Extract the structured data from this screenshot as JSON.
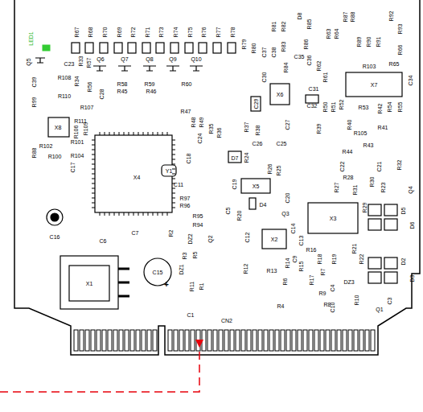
{
  "diagram": {
    "labels": [
      "LED1",
      "R67",
      "R68",
      "R70",
      "R69",
      "R72",
      "R71",
      "R73",
      "R74",
      "R75",
      "R76",
      "R77",
      "R78",
      "Q5",
      "C23",
      "R33",
      "R57",
      "Q6",
      "Q7",
      "Q8",
      "Q9",
      "Q10",
      "C39",
      "R108",
      "R34",
      "R56",
      "R58",
      "R45",
      "R59",
      "R46",
      "R60",
      "R99",
      "R110",
      "R107",
      "C28",
      "R111",
      "X8",
      "R106",
      "R109",
      "R101",
      "R102",
      "R88",
      "R100",
      "R104",
      "C17",
      "X4",
      "C16",
      "C6",
      "C7",
      "Y1",
      "C18",
      "C11",
      "R97",
      "R96",
      "R95",
      "R94",
      "R47",
      "R48",
      "R49",
      "C24",
      "R35",
      "R36",
      "R37",
      "R38",
      "C26",
      "C25",
      "C27",
      "R79",
      "R80",
      "C37",
      "C38",
      "R83",
      "R81",
      "R82",
      "D8",
      "R85",
      "R84",
      "R86",
      "C35",
      "C36",
      "R62",
      "R63",
      "R64",
      "R87",
      "R88",
      "R92",
      "R93",
      "R89",
      "R90",
      "R91",
      "R66",
      "R65",
      "R103",
      "X7",
      "C34",
      "R61",
      "X6",
      "C29",
      "C30",
      "C31",
      "C32",
      "R50",
      "R51",
      "R52",
      "R53",
      "R42",
      "R54",
      "R55",
      "R40",
      "R105",
      "R41",
      "R39",
      "R43",
      "R44",
      "C22",
      "C21",
      "R32",
      "Q4",
      "R23",
      "R28",
      "R27",
      "R31",
      "R30",
      "D7",
      "R24",
      "R26",
      "R25",
      "X5",
      "C19",
      "D4",
      "C20",
      "Q3",
      "X3",
      "R29",
      "D5",
      "D6",
      "C5",
      "R20",
      "C12",
      "X2",
      "C14",
      "C13",
      "R2",
      "DZ2",
      "R3",
      "R5",
      "Q2",
      "R16",
      "R18",
      "R19",
      "R21",
      "R22",
      "D2",
      "D3",
      "R15",
      "R14",
      "C9",
      "R13",
      "R12",
      "R7",
      "R17",
      "R6",
      "R4",
      "C4",
      "DZ3",
      "C10",
      "R9",
      "R8",
      "R10",
      "Q1",
      "C3",
      "C15",
      "+",
      "X1",
      "DZ1",
      "R11",
      "R1",
      "C1",
      "CN2"
    ]
  }
}
